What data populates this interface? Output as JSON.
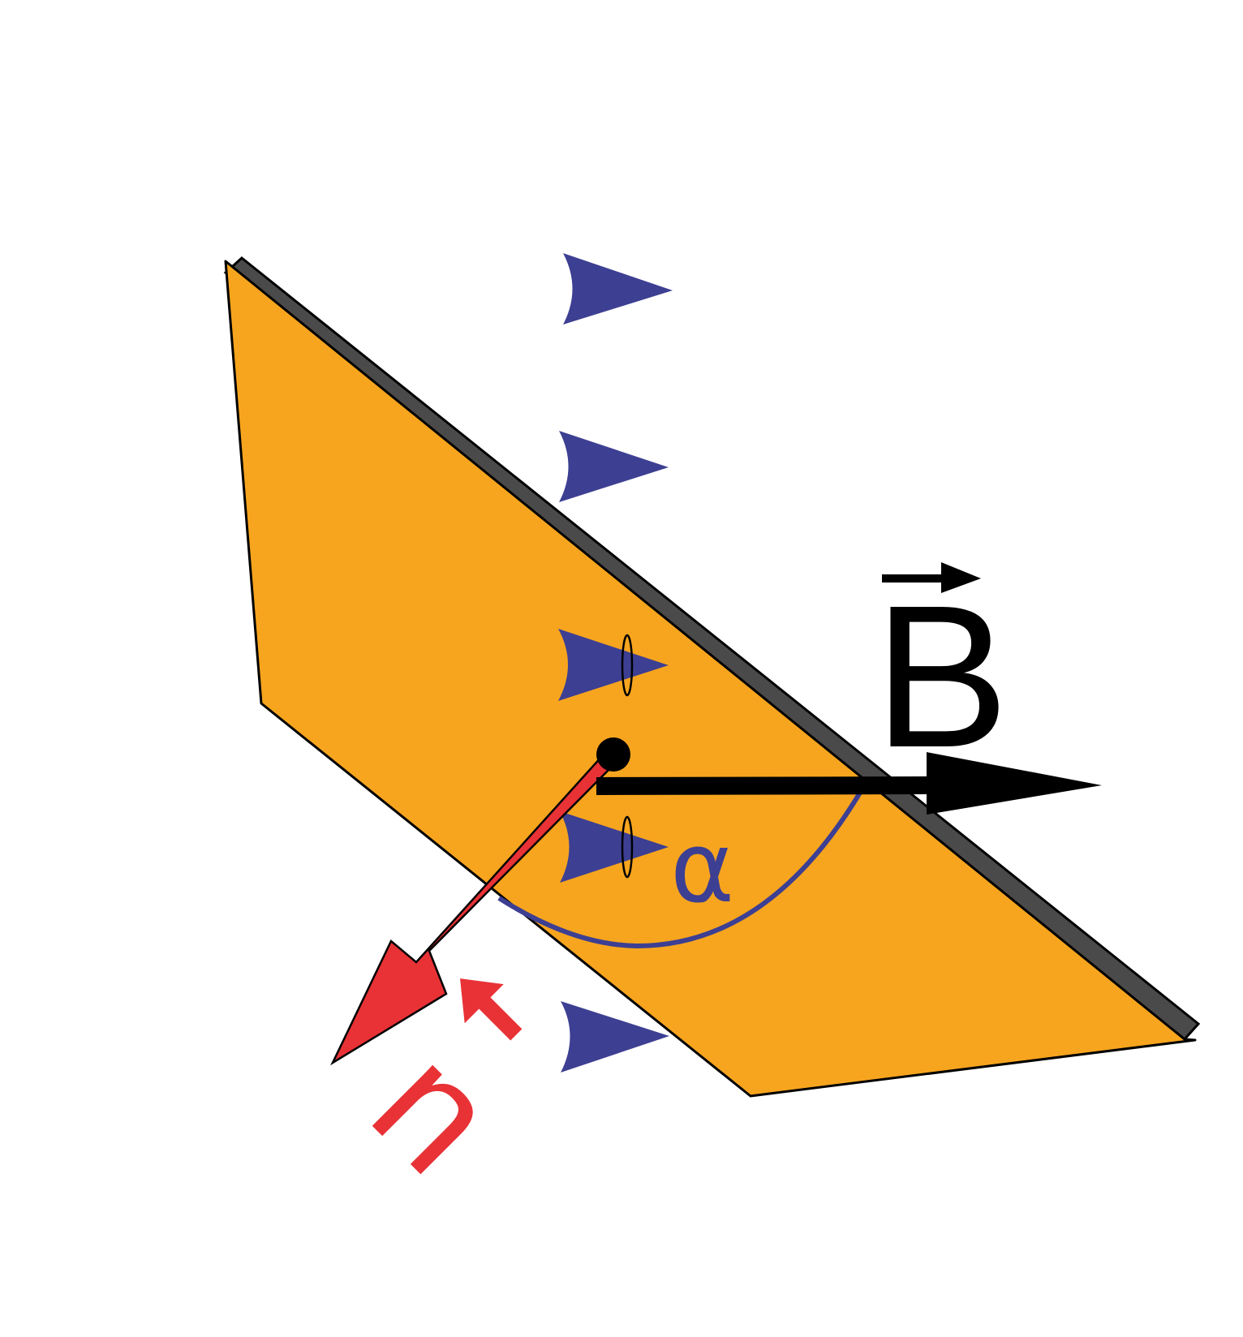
{
  "diagram": {
    "labels": {
      "field": "B",
      "normal": "n",
      "angle": "α"
    },
    "colors": {
      "background": "#ffffff",
      "plane": "#f7a51e",
      "plane_edge": "#4a4a4a",
      "outline": "#000000",
      "field_arrow": "#000000",
      "normal_arrow": "#e83236",
      "field_markers": "#3d3f92",
      "angle_arc": "#3d3f92"
    },
    "field_markers": [
      {
        "name": "field-line-marker-1",
        "loop": false
      },
      {
        "name": "field-line-marker-2",
        "loop": false
      },
      {
        "name": "field-line-marker-3",
        "loop": true
      },
      {
        "name": "field-line-marker-4",
        "loop": true
      },
      {
        "name": "field-line-marker-5",
        "loop": false
      }
    ]
  }
}
